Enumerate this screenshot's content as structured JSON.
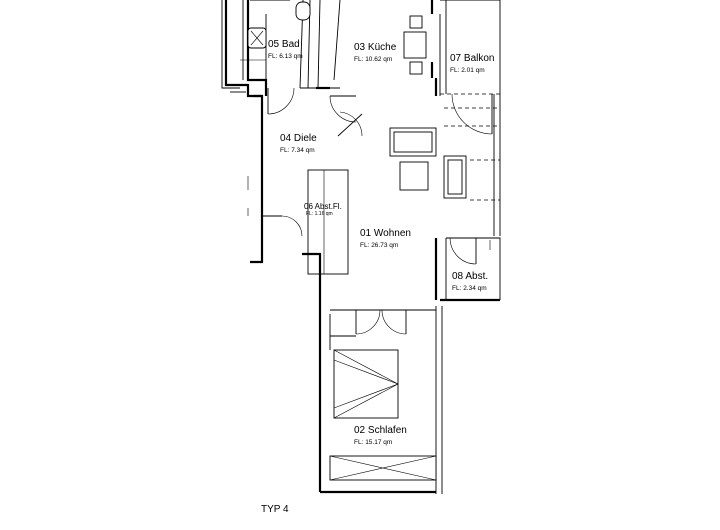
{
  "rooms": [
    {
      "id": "bad",
      "name": "05 Bad",
      "area": "FL:  6.13  qm"
    },
    {
      "id": "kueche",
      "name": "03 Küche",
      "area": "FL:  10.62  qm"
    },
    {
      "id": "balkon",
      "name": "07 Balkon",
      "area": "FL:  2.01  qm"
    },
    {
      "id": "diele",
      "name": "04 Diele",
      "area": "FL:  7.34  qm"
    },
    {
      "id": "abstfl",
      "name": "06 Abst.Fl.",
      "area": "FL:  1.16  qm"
    },
    {
      "id": "wohnen",
      "name": "01 Wohnen",
      "area": "FL:  26.73  qm"
    },
    {
      "id": "abst",
      "name": "08 Abst.",
      "area": "FL:  2.34  qm"
    },
    {
      "id": "schlafen",
      "name": "02 Schlafen",
      "area": "FL:  15.17  qm"
    }
  ],
  "plan_label": "TYP 4"
}
